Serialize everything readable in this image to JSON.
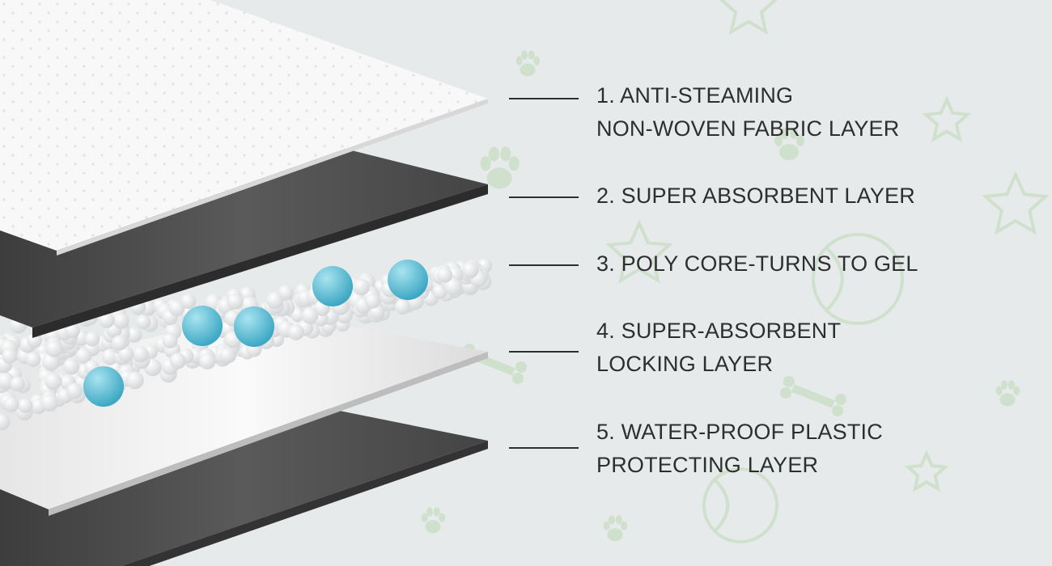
{
  "layers": [
    {
      "number": "1.",
      "lines": [
        "1. ANTI-STEAMING",
        "NON-WOVEN FABRIC LAYER"
      ]
    },
    {
      "number": "2.",
      "lines": [
        "2. SUPER ABSORBENT LAYER"
      ]
    },
    {
      "number": "3.",
      "lines": [
        "3. POLY CORE-TURNS TO GEL"
      ]
    },
    {
      "number": "4.",
      "lines": [
        "4. SUPER-ABSORBENT",
        "LOCKING LAYER"
      ]
    },
    {
      "number": "5.",
      "lines": [
        "5. WATER-PROOF PLASTIC",
        "PROTECTING LAYER"
      ]
    }
  ],
  "colors": {
    "background": "#e7eaeb",
    "text": "#2e2e2e",
    "fabric_layer": "#f7f7f7",
    "absorbent_layer": "#4a4a4a",
    "gel_bead": "#6fc3d6",
    "poly_bead": "#f4f4f4",
    "locking_layer": "#d9d9d9",
    "plastic_layer": "#555555",
    "decoration": "#cfe0cc"
  },
  "decorations": [
    "paw-icon",
    "star-icon",
    "bone-icon",
    "tennis-ball-icon"
  ]
}
